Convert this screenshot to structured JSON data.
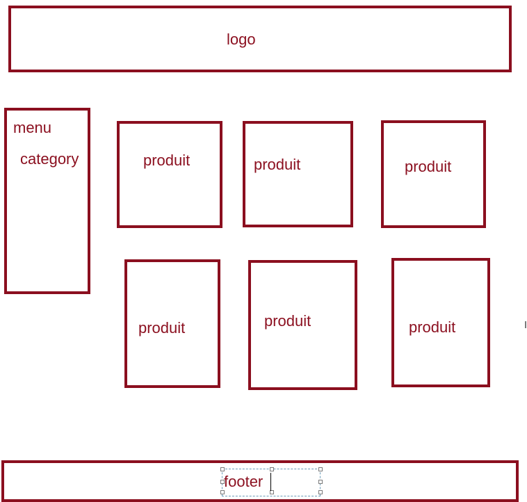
{
  "header": {
    "logo_label": "logo"
  },
  "sidebar": {
    "menu_label": "menu",
    "category_label": "category"
  },
  "products": [
    {
      "label": "produit"
    },
    {
      "label": "produit"
    },
    {
      "label": "produit"
    },
    {
      "label": "produit"
    },
    {
      "label": "produit"
    },
    {
      "label": "produit"
    }
  ],
  "footer": {
    "label": "footer"
  },
  "colors": {
    "frame": "#8b0f1f",
    "selection": "#6a9bb7"
  }
}
